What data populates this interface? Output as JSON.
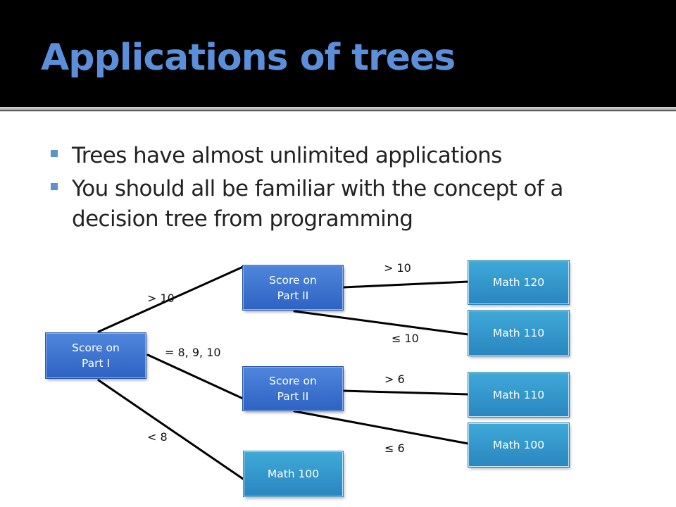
{
  "slide": {
    "title": "Applications of trees",
    "bullets": [
      "Trees have almost unlimited applications",
      "You should all be familiar with the concept of a decision tree from programming"
    ]
  },
  "diagram": {
    "nodes": {
      "root": "Score on\nPart I",
      "part2_upper": "Score on\nPart II",
      "part2_lower": "Score on\nPart II",
      "math100_root": "Math 100",
      "math120": "Math 120",
      "math110_upper": "Math 110",
      "math110_lower": "Math 110",
      "math100_lower": "Math 100"
    },
    "edge_labels": {
      "root_gt10": "> 10",
      "root_eq": "= 8, 9, 10",
      "root_lt8": "< 8",
      "upper_gt10": "> 10",
      "upper_le10": "≤ 10",
      "lower_gt6": "> 6",
      "lower_le6": "≤ 6"
    }
  }
}
